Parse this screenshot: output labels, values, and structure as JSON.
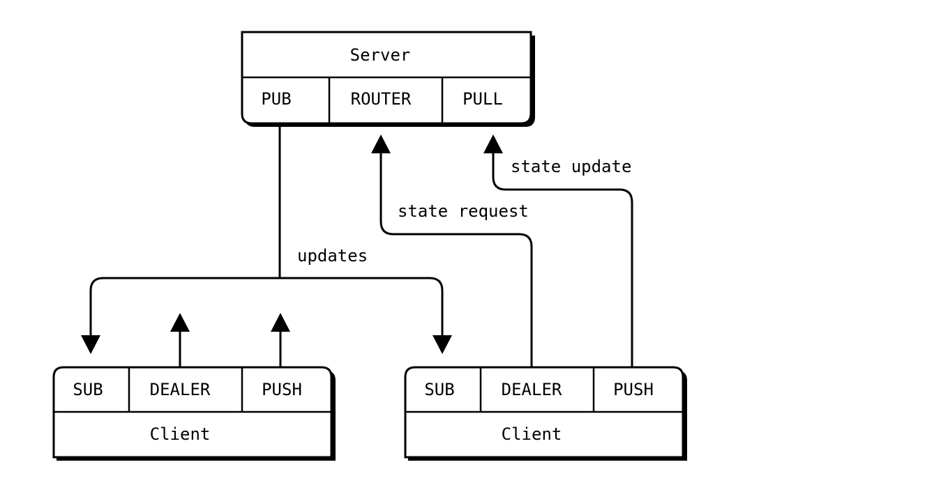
{
  "server": {
    "title": "Server",
    "sockets": [
      "PUB",
      "ROUTER",
      "PULL"
    ]
  },
  "clients": [
    {
      "title": "Client",
      "sockets": [
        "SUB",
        "DEALER",
        "PUSH"
      ]
    },
    {
      "title": "Client",
      "sockets": [
        "SUB",
        "DEALER",
        "PUSH"
      ]
    }
  ],
  "edges": {
    "updates": "updates",
    "state_request": "state request",
    "state_update": "state update"
  }
}
